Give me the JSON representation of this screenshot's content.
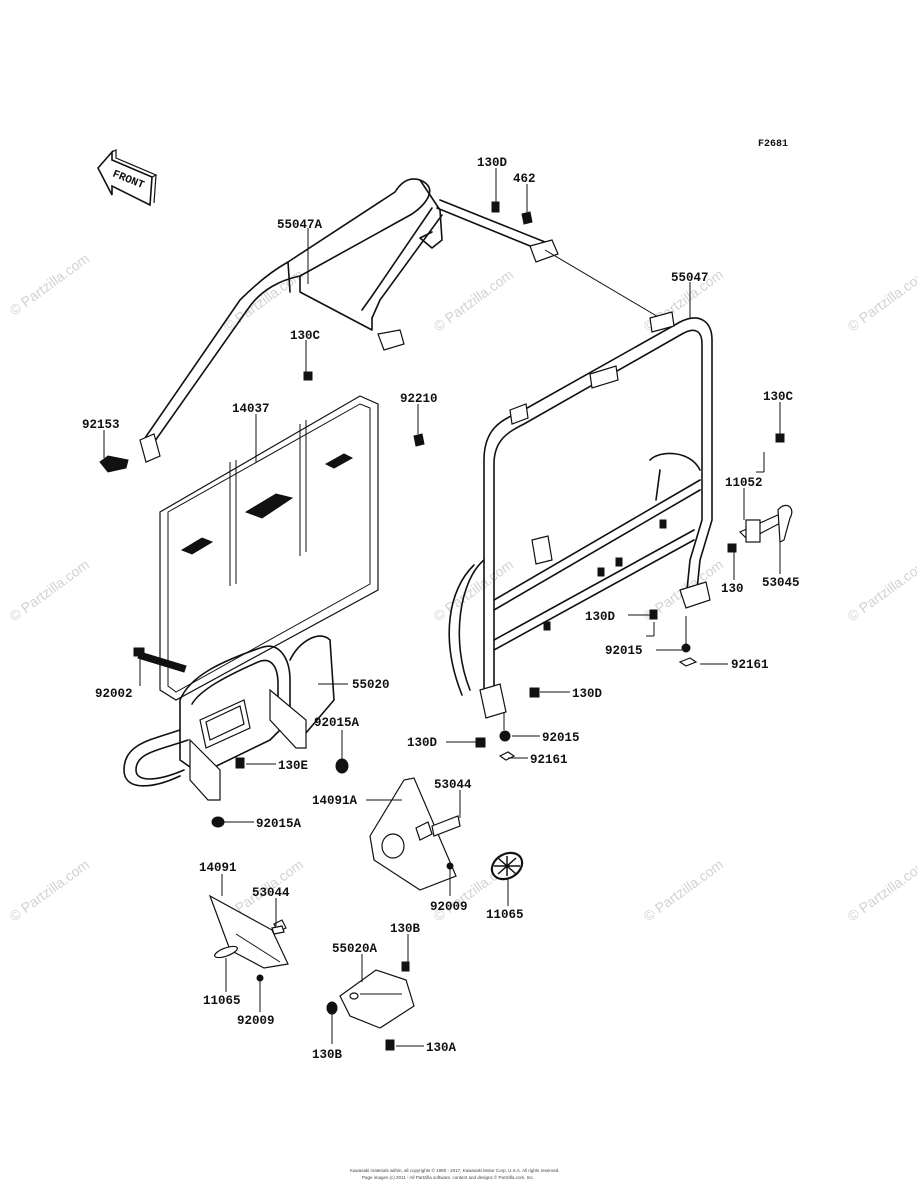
{
  "figure_id": "F2681",
  "front_indicator": "FRONT",
  "watermark": "© Partzilla.com",
  "footer": {
    "line1": "Kawasaki materials within, all copyrights © 1985 - 2017, Kawasaki Motor Corp, U.S.A. All rights reserved.",
    "line2": "Page images (c) 2011 - All Partzilla software, content and designs © Partzilla.com, Inc."
  },
  "labels": [
    {
      "id": "l-55047A",
      "text": "55047A"
    },
    {
      "id": "l-130D-top",
      "text": "130D"
    },
    {
      "id": "l-462",
      "text": "462"
    },
    {
      "id": "l-55047",
      "text": "55047"
    },
    {
      "id": "l-130C-mid",
      "text": "130C"
    },
    {
      "id": "l-92210",
      "text": "92210"
    },
    {
      "id": "l-14037",
      "text": "14037"
    },
    {
      "id": "l-92153",
      "text": "92153"
    },
    {
      "id": "l-130C-right",
      "text": "130C"
    },
    {
      "id": "l-11052",
      "text": "11052"
    },
    {
      "id": "l-130",
      "text": "130"
    },
    {
      "id": "l-53045",
      "text": "53045"
    },
    {
      "id": "l-130D-right",
      "text": "130D"
    },
    {
      "id": "l-92015-right",
      "text": "92015"
    },
    {
      "id": "l-92161-right",
      "text": "92161"
    },
    {
      "id": "l-92002",
      "text": "92002"
    },
    {
      "id": "l-55020",
      "text": "55020"
    },
    {
      "id": "l-92015A-top",
      "text": "92015A"
    },
    {
      "id": "l-130E",
      "text": "130E"
    },
    {
      "id": "l-92015A-bot",
      "text": "92015A"
    },
    {
      "id": "l-130D-center",
      "text": "130D"
    },
    {
      "id": "l-92015-center",
      "text": "92015"
    },
    {
      "id": "l-130D-left",
      "text": "130D"
    },
    {
      "id": "l-92161-center",
      "text": "92161"
    },
    {
      "id": "l-53044-top",
      "text": "53044"
    },
    {
      "id": "l-14091A",
      "text": "14091A"
    },
    {
      "id": "l-92009-mid",
      "text": "92009"
    },
    {
      "id": "l-11065-right",
      "text": "11065"
    },
    {
      "id": "l-14091",
      "text": "14091"
    },
    {
      "id": "l-53044-left",
      "text": "53044"
    },
    {
      "id": "l-130B-top",
      "text": "130B"
    },
    {
      "id": "l-55020A",
      "text": "55020A"
    },
    {
      "id": "l-11065-left",
      "text": "11065"
    },
    {
      "id": "l-92009-left",
      "text": "92009"
    },
    {
      "id": "l-130B-bot",
      "text": "130B"
    },
    {
      "id": "l-130A",
      "text": "130A"
    }
  ]
}
